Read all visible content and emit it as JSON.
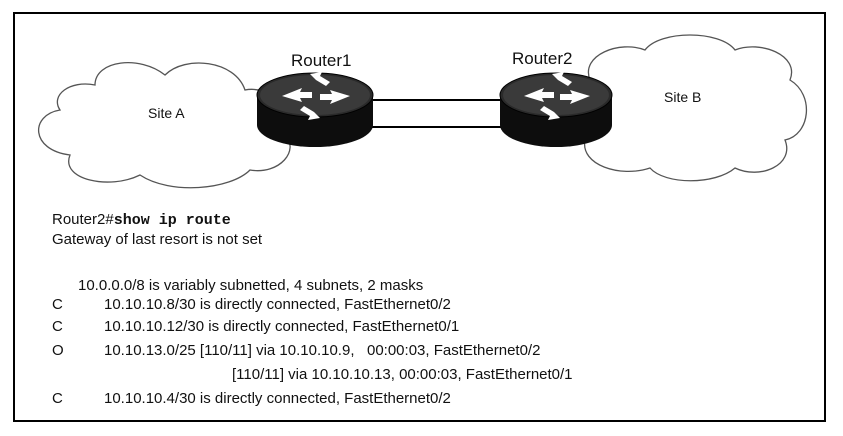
{
  "diagram": {
    "router1_label": "Router1",
    "router2_label": "Router2",
    "site_a_label": "Site A",
    "site_b_label": "Site B"
  },
  "cli": {
    "prompt": "Router2#",
    "command": "show ip route",
    "gateway_line": "Gateway of last resort is not set",
    "summary_line": "10.0.0.0/8 is variably subnetted, 4 subnets, 2 masks",
    "routes": [
      {
        "code": "C",
        "text": "10.10.10.8/30 is directly connected, FastEthernet0/2"
      },
      {
        "code": "C",
        "text": "10.10.10.12/30 is directly connected, FastEthernet0/1"
      },
      {
        "code": "O",
        "text": "10.10.13.0/25 [110/11] via 10.10.10.9,   00:00:03, FastEthernet0/2"
      },
      {
        "code": "",
        "text": "[110/11] via 10.10.10.13, 00:00:03, FastEthernet0/1"
      },
      {
        "code": "C",
        "text": "10.10.10.4/30 is directly connected, FastEthernet0/2"
      }
    ]
  }
}
